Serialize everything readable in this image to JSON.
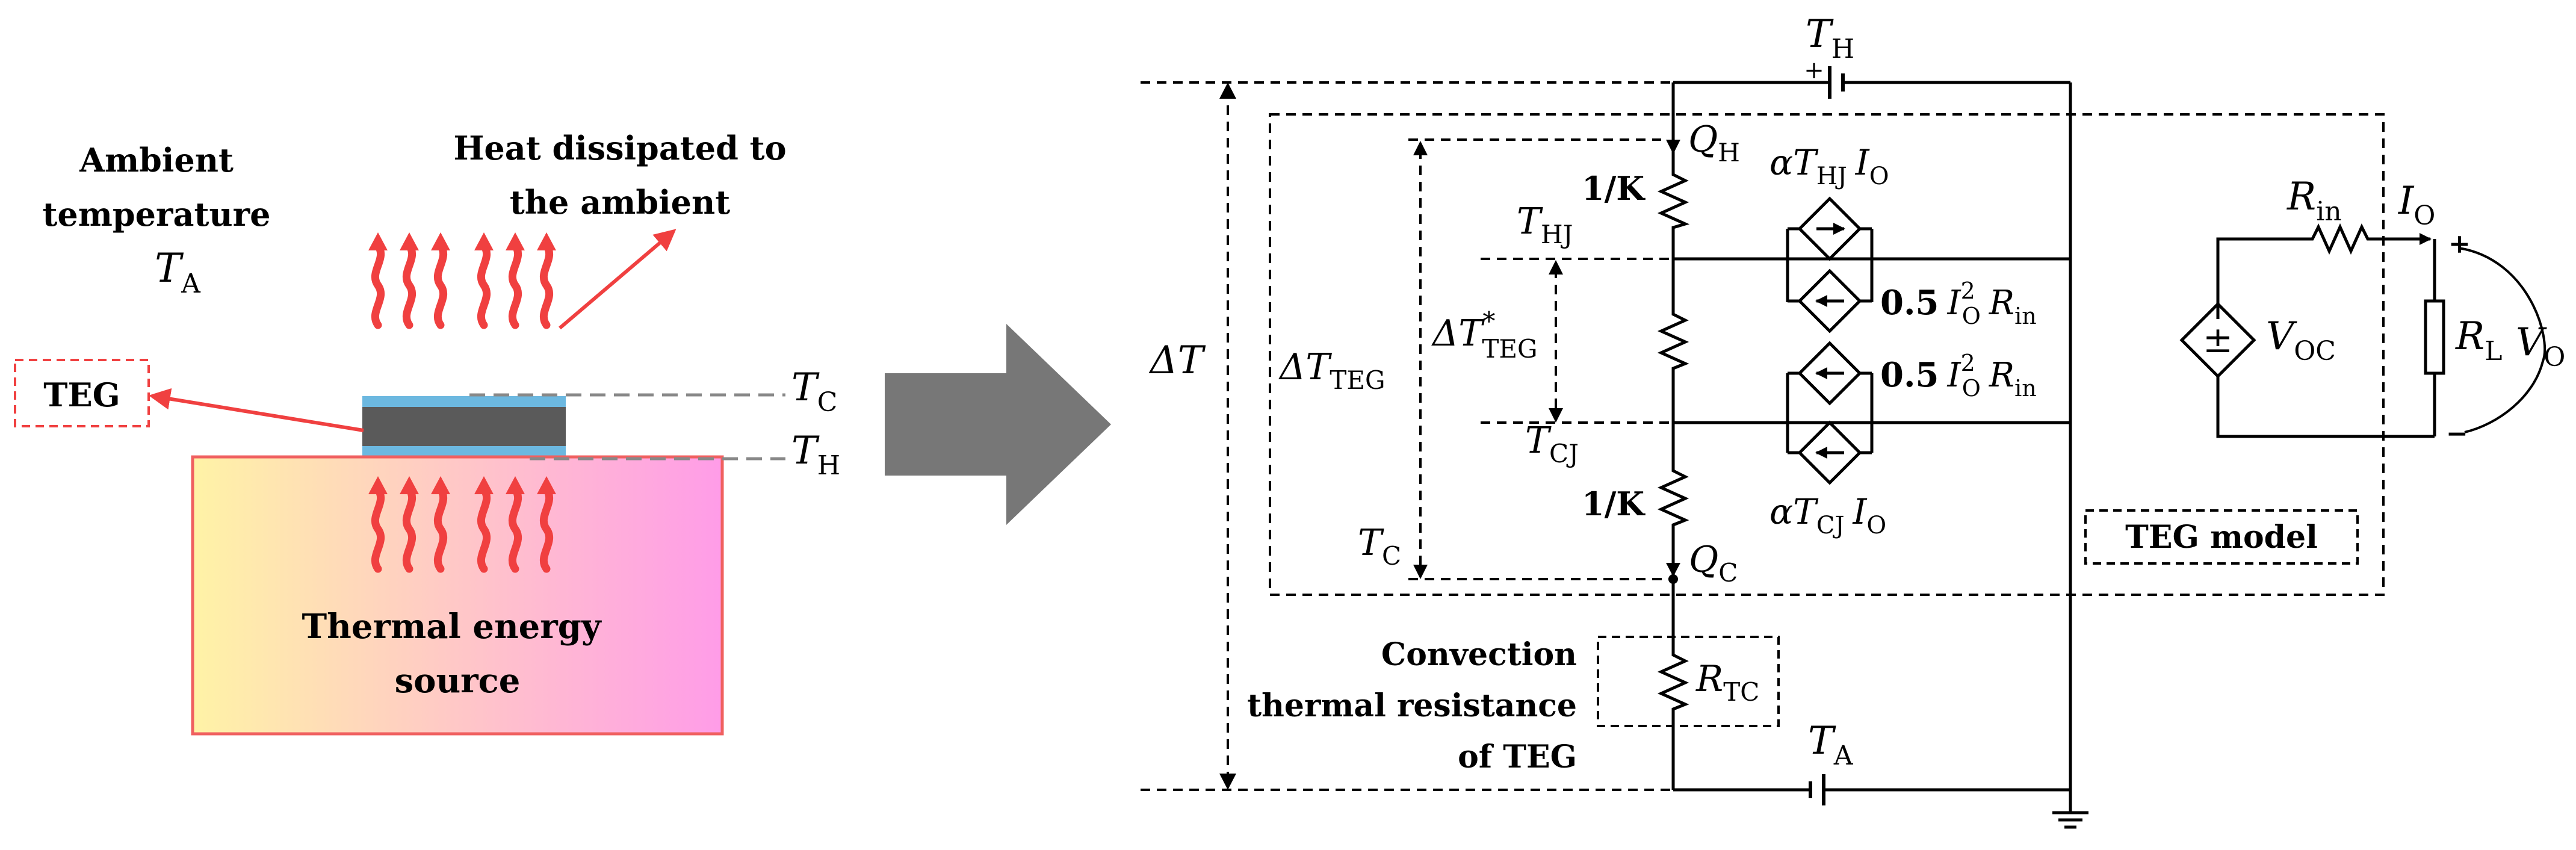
{
  "colors": {
    "heat_arrow": "#f04040",
    "teg_plate": "#6cb8e0",
    "teg_core": "#5a5a5a",
    "source_gradient_left": "#fff3a6",
    "source_gradient_right": "#ff9ce8",
    "source_border": "#f06060",
    "big_arrow": "#777777"
  },
  "left": {
    "ambient_line1": "Ambient",
    "ambient_line2": "temperature",
    "ambient_symbol": "T",
    "ambient_sub": "A",
    "heat_line1": "Heat dissipated to",
    "heat_line2": "the ambient",
    "teg_label": "TEG",
    "tc_symbol": "T",
    "tc_sub": "C",
    "th_symbol": "T",
    "th_sub": "H",
    "source_line1": "Thermal energy",
    "source_line2": "source"
  },
  "circuit": {
    "th_top": {
      "sym": "T",
      "sub": "H"
    },
    "delta_t": "ΔT",
    "delta_t_teg": {
      "sym": "ΔT",
      "sub": "TEG"
    },
    "delta_t_teg_star": {
      "sym": "ΔT",
      "sub": "TEG",
      "sup": "*"
    },
    "qh": {
      "sym": "Q",
      "sub": "H"
    },
    "qc": {
      "sym": "Q",
      "sub": "C"
    },
    "k_top": "1/K",
    "k_bottom": "1/K",
    "thj": {
      "sym": "T",
      "sub": "HJ"
    },
    "tcj": {
      "sym": "T",
      "sub": "CJ"
    },
    "tc": {
      "sym": "T",
      "sub": "C"
    },
    "alpha_hj": {
      "alpha": "α",
      "sym": "T",
      "sub": "HJ",
      "io": "I",
      "io_sub": "O"
    },
    "alpha_cj": {
      "alpha": "α",
      "sym": "T",
      "sub": "CJ",
      "io": "I",
      "io_sub": "O"
    },
    "joule_1": {
      "coef": "0.5",
      "io": "I",
      "io_sub": "O",
      "sup": "2",
      "r": "R",
      "r_sub": "in"
    },
    "joule_2": {
      "coef": "0.5",
      "io": "I",
      "io_sub": "O",
      "sup": "2",
      "r": "R",
      "r_sub": "in"
    },
    "plus_sign": "+",
    "convection_line1": "Convection",
    "convection_line2": "thermal resistance",
    "convection_line3": "of TEG",
    "rtc": {
      "sym": "R",
      "sub": "TC"
    },
    "ta_bottom": {
      "sym": "T",
      "sub": "A"
    },
    "teg_model": "TEG model"
  },
  "output": {
    "rin": {
      "sym": "R",
      "sub": "in"
    },
    "io": {
      "sym": "I",
      "sub": "O"
    },
    "voc": {
      "sym": "V",
      "sub": "OC"
    },
    "rl": {
      "sym": "R",
      "sub": "L"
    },
    "vo": {
      "sym": "V",
      "sub": "O"
    },
    "plus": "+",
    "minus": "−",
    "source_sign": "±"
  }
}
